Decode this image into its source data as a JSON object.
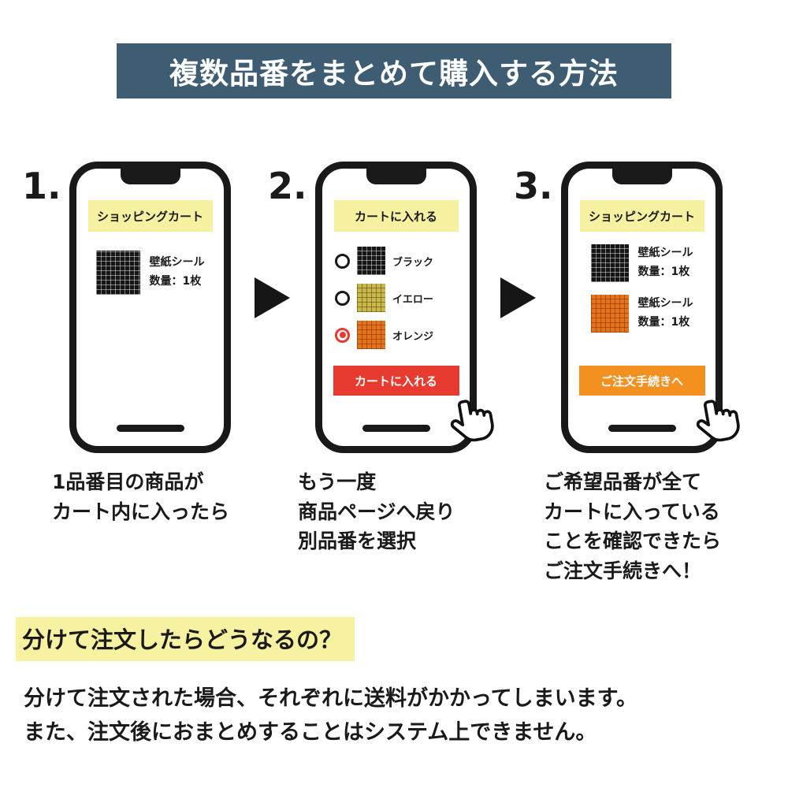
{
  "colors": {
    "header-bg": "#3e5c72",
    "banner-yellow": "#f6f0a1",
    "button-red": "#e63b2e",
    "button-orange": "#f29020",
    "highlight-yellow": "#f7f1a2"
  },
  "header": {
    "title": "複数品番をまとめて購入する方法"
  },
  "steps": [
    {
      "number": "1.",
      "phone": {
        "banner": "ショッピングカート",
        "product_text": "壁紙シール\n数量：1枚"
      },
      "caption": "1品番目の商品が\nカート内に入ったら"
    },
    {
      "number": "2.",
      "phone": {
        "banner": "カートに入れる",
        "options": [
          {
            "label": "ブラック",
            "swatch": "black",
            "selected": false
          },
          {
            "label": "イエロー",
            "swatch": "yellow",
            "selected": false
          },
          {
            "label": "オレンジ",
            "swatch": "orange",
            "selected": true
          }
        ],
        "button_label": "カートに入れる"
      },
      "caption": "もう一度\n商品ページへ戻り\n別品番を選択"
    },
    {
      "number": "3.",
      "phone": {
        "banner": "ショッピングカート",
        "products": [
          {
            "swatch": "black",
            "text": "壁紙シール\n数量：1枚"
          },
          {
            "swatch": "orange",
            "text": "壁紙シール\n数量：1枚"
          }
        ],
        "button_label": "ご注文手続きへ"
      },
      "caption": "ご希望品番が全て\nカートに入っている\nことを確認できたら\nご注文手続きへ！"
    }
  ],
  "footer": {
    "question": "分けて注文したらどうなるの？",
    "body_lines": [
      "分けて注文された場合、それぞれに送料がかかってしまいます。",
      "また、注文後におまとめすることはシステム上できません。"
    ]
  }
}
